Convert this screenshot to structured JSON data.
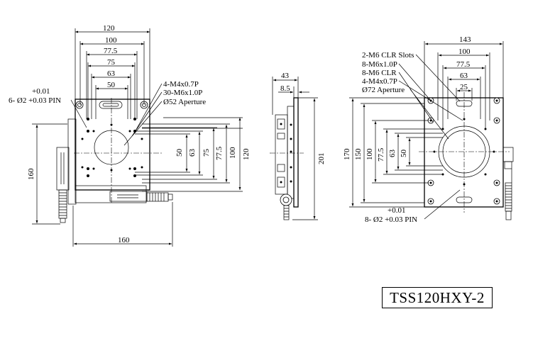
{
  "model": "TSS120HXY-2",
  "left_view": {
    "top_dims": [
      "120",
      "100",
      "77.5",
      "75",
      "63",
      "50"
    ],
    "side_dims": [
      "50",
      "63",
      "75",
      "77.5",
      "100",
      "120"
    ],
    "height_dim": "160",
    "width_dim": "160",
    "pin_tol": "+0.01",
    "pin_note": "6- Ø2 +0.03 PIN",
    "callouts": [
      "4-M4x0.7P",
      "30-M6x1.0P",
      "Ø52 Aperture"
    ]
  },
  "middle_view": {
    "width_dim": "43",
    "offset_dim": "8.5",
    "height_dim": "201"
  },
  "right_view": {
    "top_dims": [
      "143",
      "100",
      "77.5",
      "63",
      "25"
    ],
    "side_dims": [
      "170",
      "150",
      "100",
      "77.5",
      "63",
      "50"
    ],
    "callouts": [
      "2-M6 CLR Slots",
      "8-M6x1.0P",
      "8-M6 CLR",
      "4-M4x0.7P",
      "Ø72 Aperture"
    ],
    "pin_tol": "+0.01",
    "pin_note": "8- Ø2 +0.03 PIN"
  }
}
